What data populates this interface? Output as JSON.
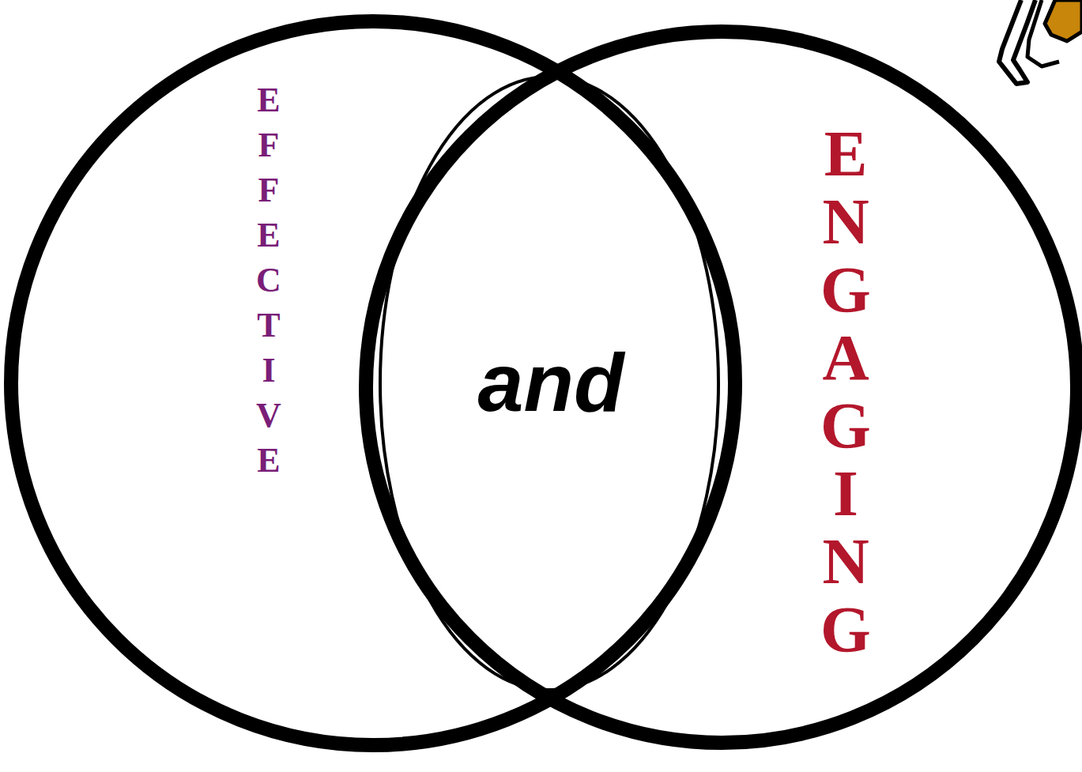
{
  "diagram": {
    "nodes": [
      {
        "text": [
          "EFFECTIVE"
        ]
      },
      {
        "text": [
          "and"
        ]
      },
      {
        "text": [
          "ENGAGING"
        ]
      }
    ]
  }
}
